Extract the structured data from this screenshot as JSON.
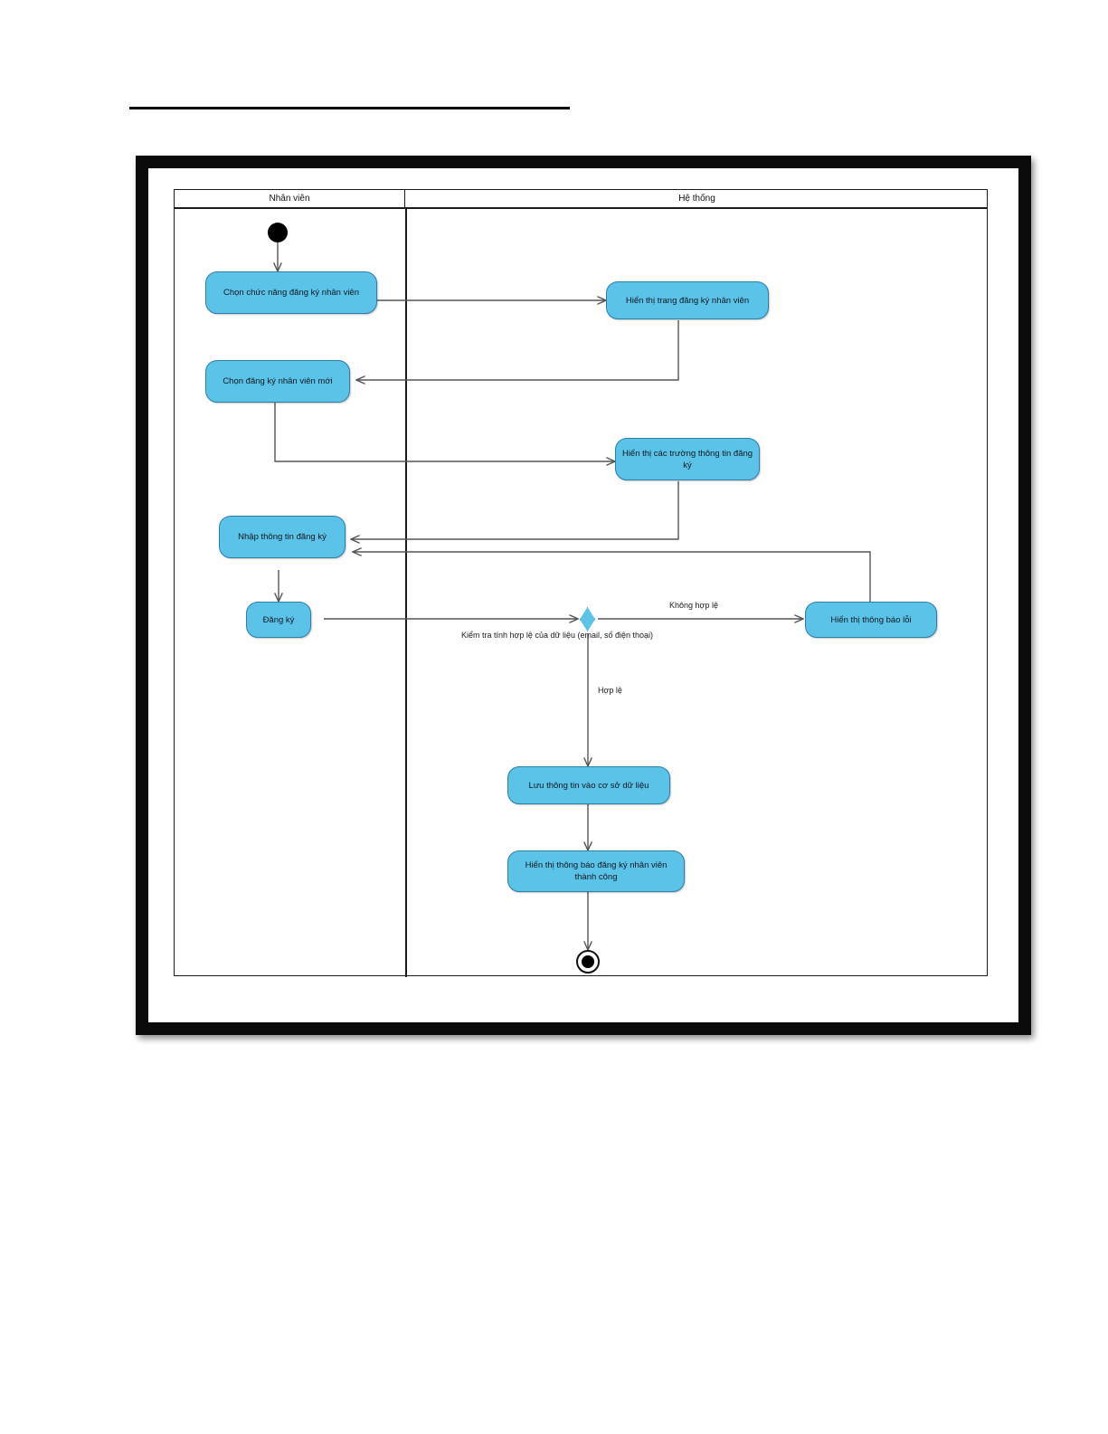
{
  "page": {
    "top_rule": "",
    "background_color": "#ffffff"
  },
  "diagram": {
    "type": "uml-activity-diagram",
    "node_fill_color": "#5BC2E8",
    "node_border_color": "#2E7FA8",
    "connector_color": "#55555a",
    "frame_border_color": "#0a0a0a",
    "lanes": [
      {
        "id": "lane-nhan-vien",
        "label": "Nhân viên"
      },
      {
        "id": "lane-he-thong",
        "label": "Hệ thống"
      }
    ],
    "nodes": [
      {
        "id": "start",
        "kind": "initial-node",
        "lane": 0,
        "label": ""
      },
      {
        "id": "act1",
        "kind": "activity",
        "lane": 0,
        "label": "Chọn chức năng đăng ký nhân viên"
      },
      {
        "id": "act2",
        "kind": "activity",
        "lane": 1,
        "label": "Hiển thị trang đăng ký nhân viên"
      },
      {
        "id": "act3",
        "kind": "activity",
        "lane": 0,
        "label": "Chọn đăng ký nhân viên mới"
      },
      {
        "id": "act4",
        "kind": "activity",
        "lane": 1,
        "label": "Hiển thị các trường thông tin đăng ký"
      },
      {
        "id": "act5",
        "kind": "activity",
        "lane": 0,
        "label": "Nhập thông tin đăng ký"
      },
      {
        "id": "act6",
        "kind": "activity",
        "lane": 0,
        "label": "Đăng ký"
      },
      {
        "id": "decision",
        "kind": "decision-node",
        "lane": 1,
        "label": "Kiểm tra tính hợp lệ của dữ liệu (email, số điện thoại)"
      },
      {
        "id": "act7",
        "kind": "activity",
        "lane": 1,
        "label": "Hiển thị thông báo lỗi"
      },
      {
        "id": "act8",
        "kind": "activity",
        "lane": 1,
        "label": "Lưu thông tin vào cơ sở dữ liệu"
      },
      {
        "id": "act9",
        "kind": "activity",
        "lane": 1,
        "label": "Hiển thị thông báo đăng ký nhân viên thành công"
      },
      {
        "id": "final",
        "kind": "final-node",
        "lane": 1,
        "label": ""
      }
    ],
    "edges": [
      {
        "from": "start",
        "to": "act1",
        "label": ""
      },
      {
        "from": "act1",
        "to": "act2",
        "label": ""
      },
      {
        "from": "act2",
        "to": "act3",
        "label": ""
      },
      {
        "from": "act3",
        "to": "act4",
        "label": ""
      },
      {
        "from": "act4",
        "to": "act5",
        "label": ""
      },
      {
        "from": "act5",
        "to": "act6",
        "label": ""
      },
      {
        "from": "act6",
        "to": "decision",
        "label": ""
      },
      {
        "from": "decision",
        "to": "act7",
        "label": "Không hợp lệ"
      },
      {
        "from": "decision",
        "to": "act8",
        "label": "Hợp lệ"
      },
      {
        "from": "act7",
        "to": "act5",
        "label": ""
      },
      {
        "from": "act8",
        "to": "act9",
        "label": ""
      },
      {
        "from": "act9",
        "to": "final",
        "label": ""
      }
    ],
    "edge_labels": {
      "decision_note": "Kiểm tra tính hợp lệ của dữ liệu (email, số điện thoại)",
      "invalid": "Không hợp lệ",
      "valid": "Hợp lệ"
    }
  }
}
